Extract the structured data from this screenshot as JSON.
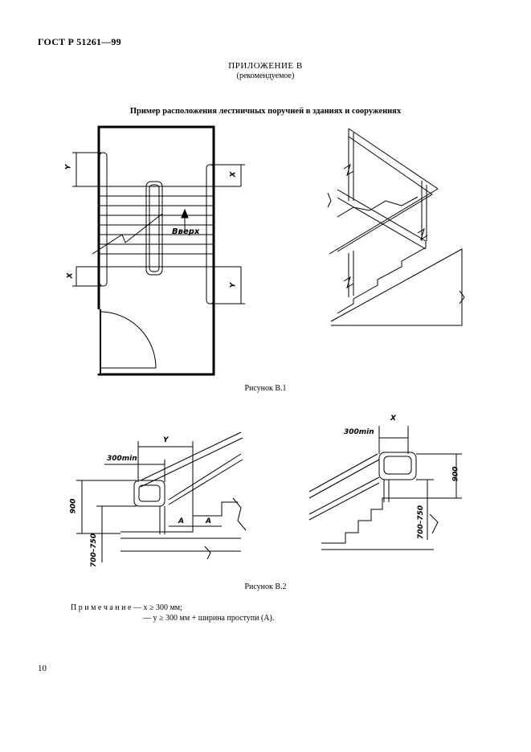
{
  "header": {
    "standard": "ГОСТ Р 51261—99"
  },
  "appendix": {
    "title": "ПРИЛОЖЕНИЕ В",
    "subtitle": "(рекомендуемое)"
  },
  "section_title": "Пример расположения лестничных поручней в зданиях и сооружениях",
  "figure1": {
    "caption": "Рисунок В.1",
    "labels": {
      "up": "Вверх",
      "x": "X",
      "y": "Y"
    }
  },
  "figure2": {
    "caption": "Рисунок В.2",
    "labels": {
      "y": "Y",
      "x": "X",
      "min300": "300min",
      "h900": "900",
      "h700_750": "700–750",
      "a": "A"
    }
  },
  "note": {
    "prefix": "П р и м е ч а н и е",
    "line1": " — x ≥ 300 мм;",
    "line2": "— y ≥ 300 мм + ширина проступи (A)."
  },
  "page_number": "10"
}
